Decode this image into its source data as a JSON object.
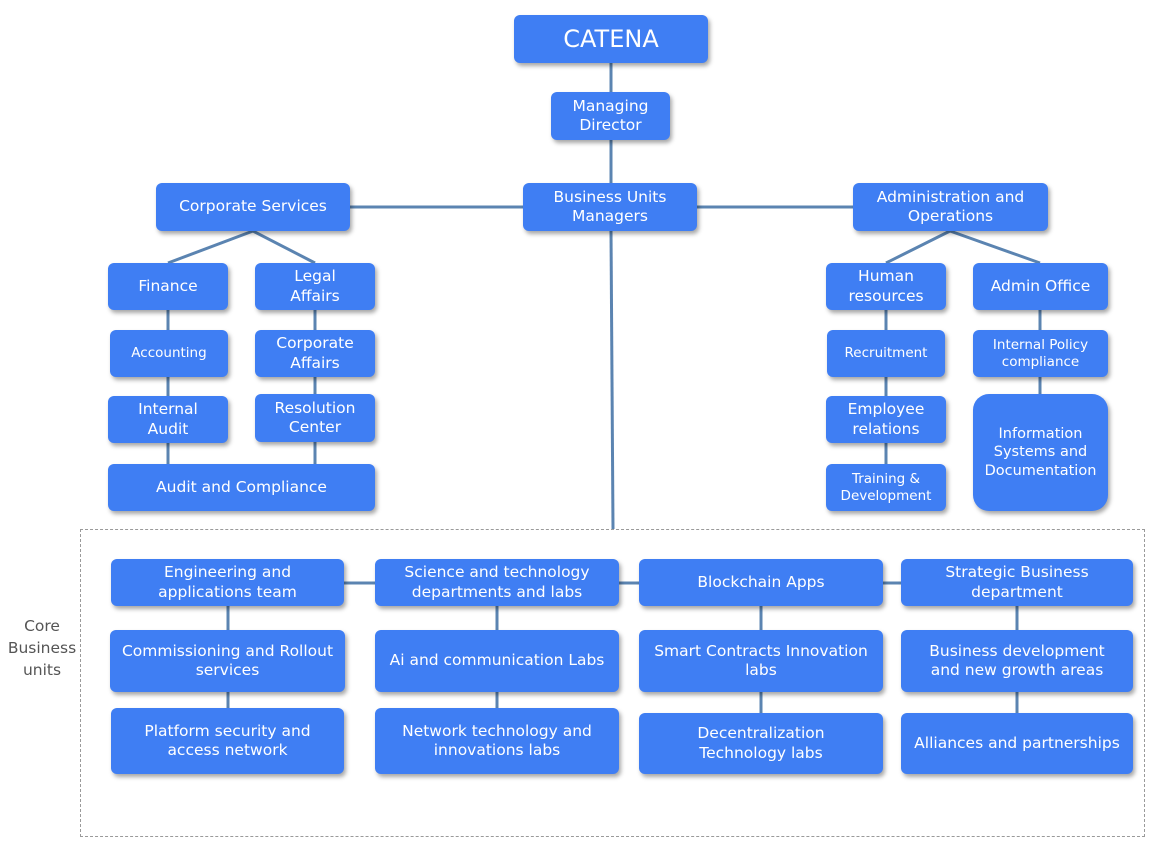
{
  "colors": {
    "box": "#3f7ef3",
    "connector": "#5b84b1",
    "frame": "#9a9a9a"
  },
  "top": {
    "catena": "CATENA",
    "managing_director": "Managing\nDirector",
    "business_units_managers": "Business Units\nManagers"
  },
  "corporate": {
    "head": "Corporate Services",
    "finance": "Finance",
    "accounting": "Accounting",
    "internal_audit": "Internal\nAudit",
    "legal_affairs": "Legal\nAffairs",
    "corporate_affairs": "Corporate\nAffairs",
    "resolution_center": "Resolution\nCenter",
    "audit_compliance": "Audit and Compliance"
  },
  "admin": {
    "head": "Administration and\nOperations",
    "human_resources": "Human\nresources",
    "recruitment": "Recruitment",
    "employee_relations": "Employee\nrelations",
    "training": "Training &\nDevelopment",
    "admin_office": "Admin Office",
    "internal_policy": "Internal Policy\ncompliance",
    "info_systems": "Information\nSystems and\nDocumentation"
  },
  "core": {
    "label": "Core\nBusiness\nunits",
    "engineering": "Engineering and\napplications team",
    "commissioning": "Commissioning and Rollout\nservices",
    "platform_security": "Platform security and\naccess network",
    "science": "Science and technology\ndepartments and labs",
    "ai_labs": "Ai and communication Labs",
    "network_labs": "Network technology and\ninnovations labs",
    "blockchain": "Blockchain Apps",
    "smart_contracts": "Smart Contracts Innovation\nlabs",
    "decentralization": "Decentralization\nTechnology labs",
    "strategic": "Strategic Business\ndepartment",
    "business_dev": "Business development\nand new growth areas",
    "alliances": "Alliances and partnerships"
  }
}
